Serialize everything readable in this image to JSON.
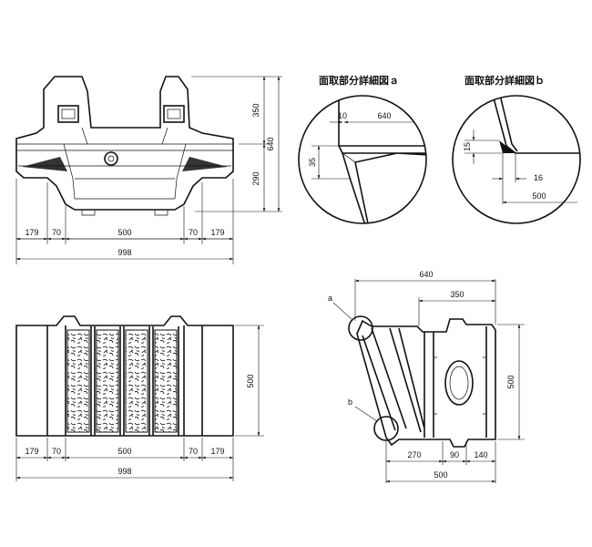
{
  "detail_a": {
    "title": "面取部分詳細図ａ",
    "dims": {
      "d10": "10",
      "d640": "640",
      "d35": "35"
    }
  },
  "detail_b": {
    "title": "面取部分詳細図ｂ",
    "dims": {
      "d15": "15",
      "d16": "16",
      "d500": "500"
    }
  },
  "front_view": {
    "horizontal_dims": {
      "d179_left": "179",
      "d70_left": "70",
      "d500": "500",
      "d70_right": "70",
      "d179_right": "179"
    },
    "overall_width": "998",
    "vertical_dims": {
      "d350": "350",
      "d290": "290",
      "d640": "640"
    }
  },
  "top_view": {
    "horizontal_dims": {
      "d179_left": "179",
      "d70_left": "70",
      "d500": "500",
      "d70_right": "70",
      "d179_right": "179"
    },
    "overall_width": "998",
    "vertical_dims": {
      "d500": "500"
    }
  },
  "side_view": {
    "callout_a": "a",
    "callout_b": "b",
    "top_dims": {
      "d640": "640",
      "d350": "350"
    },
    "bottom_dims": {
      "d270": "270",
      "d90": "90",
      "d140": "140",
      "d500": "500"
    },
    "vertical_dims": {
      "d500": "500"
    }
  }
}
